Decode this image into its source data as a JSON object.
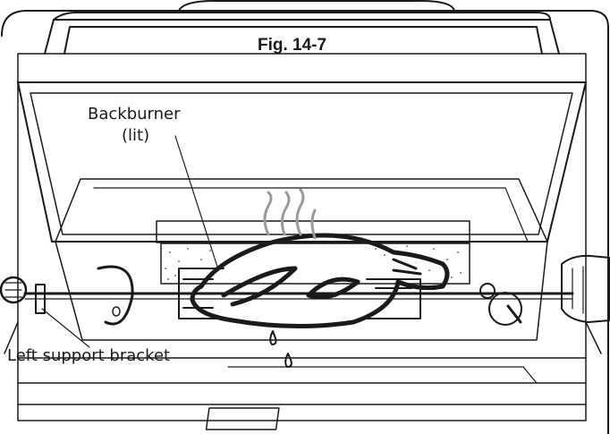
{
  "figure": {
    "title": "Fig. 14-7",
    "callouts": {
      "backburner_line1": "Backburner",
      "backburner_line2": "(lit)",
      "left_support_bracket": "Left support bracket"
    },
    "colors": {
      "line": "#1a1a1a",
      "steam": "#9a9a9a",
      "background": "#ffffff"
    }
  }
}
